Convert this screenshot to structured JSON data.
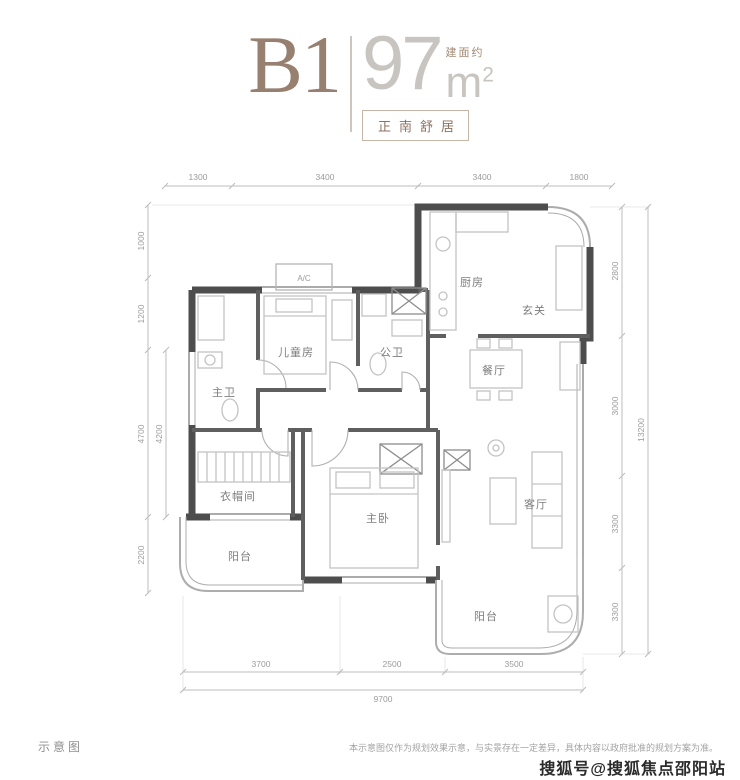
{
  "header": {
    "unit_label": "B1",
    "area_prefix": "建面约",
    "area_number": "97",
    "area_unit": "m",
    "area_sup": "2",
    "tagline": "正南舒居"
  },
  "plan": {
    "ac_label": "A/C",
    "rooms": {
      "kitchen": "厨房",
      "entry": "玄关",
      "dining": "餐厅",
      "kids_room": "儿童房",
      "guest_bath": "公卫",
      "master_bath": "主卫",
      "cloakroom": "衣帽间",
      "balcony_left": "阳台",
      "master_bedroom": "主卧",
      "living": "客厅",
      "balcony_right": "阳台"
    },
    "dimensions": {
      "top": [
        "1300",
        "3400",
        "3400",
        "1800"
      ],
      "left_outer": [
        "1000",
        "1200",
        "4700",
        "2200"
      ],
      "left_inner": [
        "4200"
      ],
      "right_inner": [
        "2800",
        "3000",
        "3300",
        "3300"
      ],
      "right_outer": [
        "13200"
      ],
      "bottom_inner": [
        "3700",
        "2500",
        "3500"
      ],
      "bottom_outer": [
        "9700"
      ]
    }
  },
  "footer": {
    "schematic_label": "示意图",
    "disclaimer": "本示意图仅作为规划效果示意，与实景存在一定差异，具体内容以政府批准的规划方案为准。",
    "watermark": "搜狐号@搜狐焦点邵阳站"
  },
  "colors": {
    "brand_brown": "#97806f",
    "area_gray": "#c8c5c1",
    "wall_dark": "#4d4d4d",
    "line_light": "#b5b5b5"
  }
}
